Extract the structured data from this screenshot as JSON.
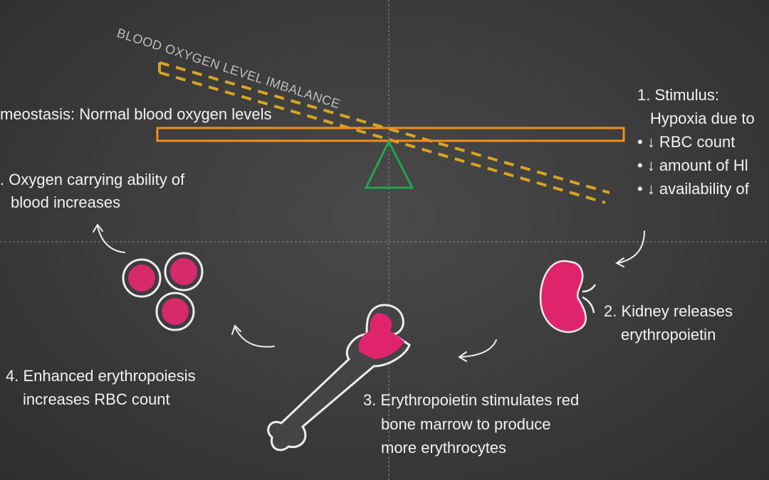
{
  "imbalance_label": "BLOOD OXYGEN LEVEL IMBALANCE",
  "homeostasis_label": "meostasis: Normal blood oxygen levels",
  "step1": {
    "title": "1. Stimulus:",
    "subtitle": "Hypoxia due to",
    "bullets": [
      "• ↓ RBC count",
      "• ↓ amount of Hl",
      "• ↓ availability of"
    ]
  },
  "step2": {
    "line1": "2. Kidney releases",
    "line2": "erythropoietin"
  },
  "step3": {
    "line1": "3. Erythropoietin stimulates red",
    "line2": "bone marrow to produce",
    "line3": "more erythrocytes"
  },
  "step4": {
    "line1": "4. Enhanced erythropoiesis",
    "line2": "increases RBC count"
  },
  "step5": {
    "line1": ". Oxygen carrying ability of",
    "line2": "blood increases"
  },
  "colors": {
    "balance_beam": "#f0901a",
    "imbalance_dash": "#d9a520",
    "fulcrum": "#1fa84a",
    "organ": "#e0246c"
  }
}
